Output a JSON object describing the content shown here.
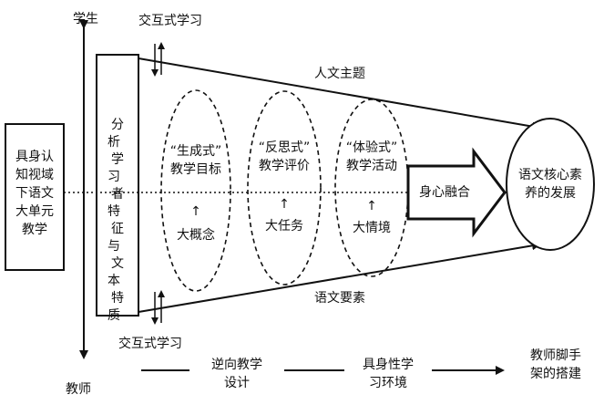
{
  "labels": {
    "student": "学生",
    "teacher": "教师",
    "interactive_top": "交互式学习",
    "interactive_bottom": "交互式学习",
    "humanities_theme": "人文主题",
    "chinese_elements": "语文要素",
    "body_mind_fusion": "身心融合"
  },
  "left_box": {
    "lines": [
      "具身认",
      "知视域",
      "下语文",
      "大单元",
      "教学"
    ]
  },
  "analysis_box": {
    "lines": [
      "分析",
      "学习",
      "者特",
      "征与",
      "文本",
      "特质"
    ]
  },
  "ellipses": [
    {
      "quote": "“生成式”",
      "name": "教学目标",
      "arrow": "↑",
      "base": "大概念"
    },
    {
      "quote": "“反思式”",
      "name": "教学评价",
      "arrow": "↑",
      "base": "大任务"
    },
    {
      "quote": "“体验式”",
      "name": "教学活动",
      "arrow": "↑",
      "base": "大情境"
    }
  ],
  "goal": {
    "lines": [
      "语文核心素",
      "养的发展"
    ]
  },
  "bottom_flow": [
    {
      "lines": [
        "逆向教学",
        "设计"
      ]
    },
    {
      "lines": [
        "具身性学",
        "习环境"
      ]
    },
    {
      "lines": [
        "教师脚手",
        "架的搭建"
      ]
    }
  ]
}
